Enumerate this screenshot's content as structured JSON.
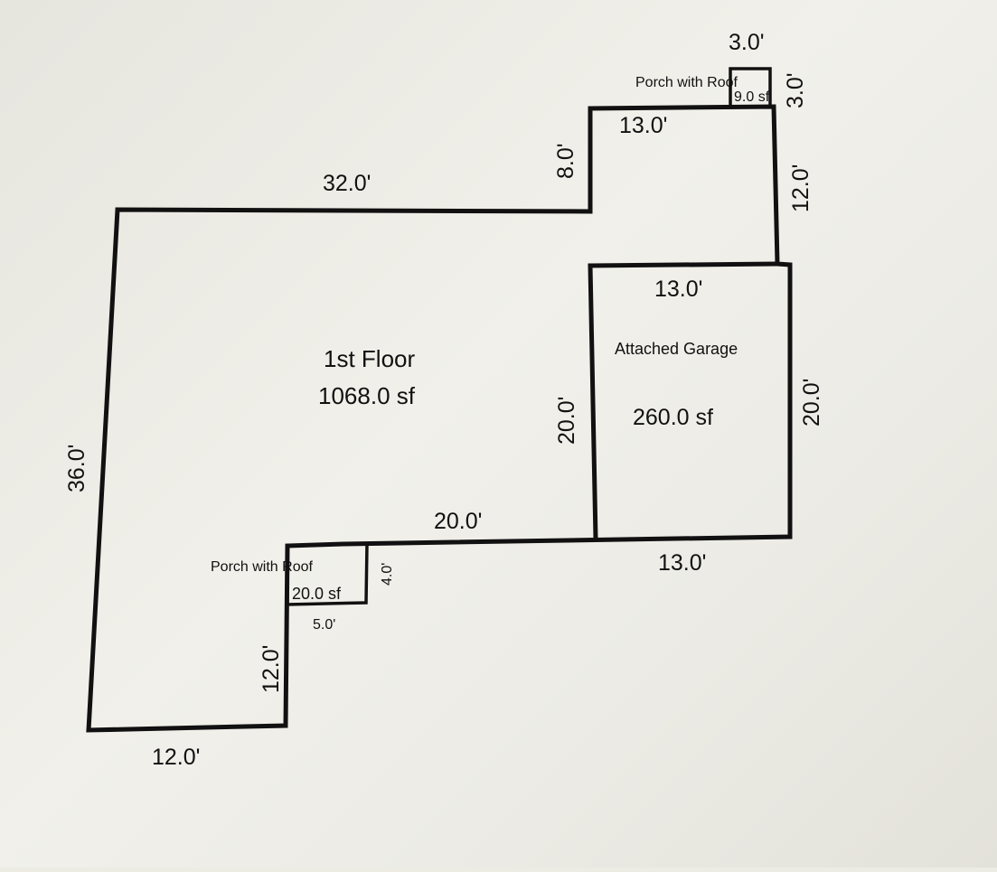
{
  "labels": {
    "top_porch_width": "3.0'",
    "top_porch_name": "Porch with Roof",
    "top_porch_area": "9.0 sf",
    "top_porch_height": "3.0'",
    "upper_width": "13.0'",
    "upper_step": "8.0'",
    "top_wall": "32.0'",
    "right_upper": "12.0'",
    "garage_top": "13.0'",
    "garage_name": "Attached Garage",
    "garage_area": "260.0 sf",
    "garage_left": "20.0'",
    "garage_right": "20.0'",
    "garage_bottom": "13.0'",
    "floor_name": "1st Floor",
    "floor_area": "1068.0 sf",
    "left_wall": "36.0'",
    "bottom_mid": "20.0'",
    "front_porch_name": "Porch with Roof",
    "front_porch_area": "20.0 sf",
    "front_porch_height": "4.0'",
    "front_porch_width": "5.0'",
    "lower_step": "12.0'",
    "bottom_left": "12.0'"
  }
}
